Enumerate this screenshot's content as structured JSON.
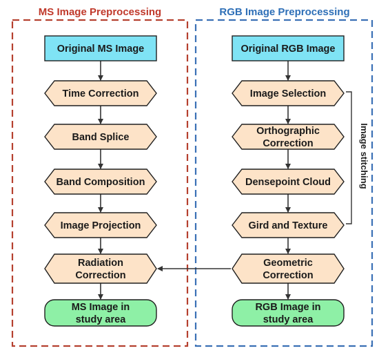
{
  "ms_panel": {
    "title": "MS Image Preprocessing",
    "title_color": "#c0392b",
    "border_color": "#b5402f",
    "start": {
      "text": "Original MS Image"
    },
    "steps": [
      {
        "text": "Time Correction"
      },
      {
        "text": "Band Splice"
      },
      {
        "text": "Band Composition"
      },
      {
        "text": "Image Projection"
      },
      {
        "text": [
          "Radiation",
          "Correction"
        ]
      }
    ],
    "end": {
      "text": [
        "MS Image in",
        "study area"
      ]
    }
  },
  "rgb_panel": {
    "title": "RGB Image Preprocessing",
    "title_color": "#2e6fb7",
    "border_color": "#3a70b5",
    "start": {
      "text": "Original RGB Image"
    },
    "steps": [
      {
        "text": "Image Selection"
      },
      {
        "text": [
          "Orthographic",
          "Correction"
        ]
      },
      {
        "text": "Densepoint Cloud"
      },
      {
        "text": "Gird and Texture"
      },
      {
        "text": [
          "Geometric",
          "Correction"
        ]
      }
    ],
    "end": {
      "text": [
        "RGB Image in",
        "study area"
      ]
    }
  },
  "stitching_label": "Image stitching",
  "colors": {
    "start_fill": "#7fe3f5",
    "start_stroke": "#1f1f1f",
    "step_fill": "#fde3c8",
    "step_stroke": "#1f1f1f",
    "end_fill": "#8ef0a6",
    "end_stroke": "#1f1f1f",
    "arrow": "#333333"
  }
}
